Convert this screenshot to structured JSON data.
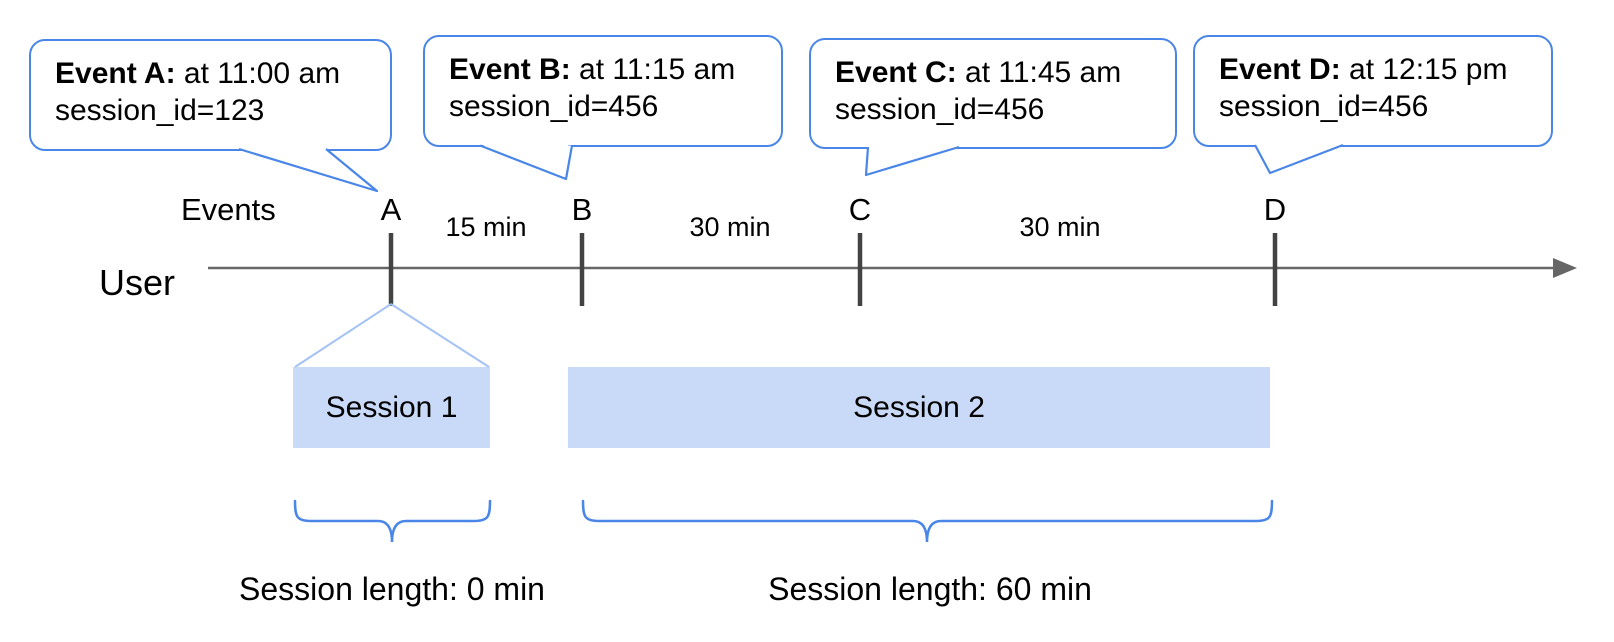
{
  "colors": {
    "accent": "#4a86e8",
    "cone": "#a4c2f4",
    "session_fill": "#c9daf8",
    "timeline": "#666666",
    "tick": "#434343",
    "text": "#000000"
  },
  "axis": {
    "events_label": "Events",
    "user_label": "User"
  },
  "bubbles": [
    {
      "bold": "Event A:",
      "rest": " at 11:00 am",
      "detail": "session_id=123"
    },
    {
      "bold": "Event B:",
      "rest": " at 11:15 am",
      "detail": "session_id=456"
    },
    {
      "bold": "Event C:",
      "rest": " at 11:45 am",
      "detail": "session_id=456"
    },
    {
      "bold": "Event D:",
      "rest": " at 12:15 pm",
      "detail": "session_id=456"
    }
  ],
  "markers": [
    "A",
    "B",
    "C",
    "D"
  ],
  "intervals": [
    "15 min",
    "30 min",
    "30 min"
  ],
  "sessions": [
    {
      "label": "Session 1",
      "length": "Session length: 0 min"
    },
    {
      "label": "Session 2",
      "length": "Session length: 60 min"
    }
  ]
}
